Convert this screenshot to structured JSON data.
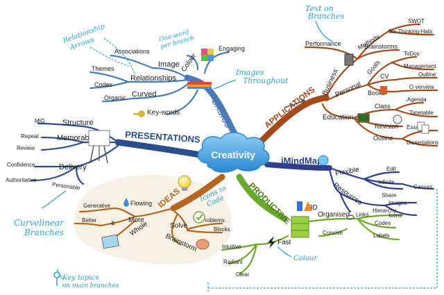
{
  "central": "Creativity",
  "colors": {
    "basics": "#4a7bb7",
    "applications": "#a24a1c",
    "presentations": "#2a4d8c",
    "imindmap": "#2e3d8f",
    "productive": "#6aa82c",
    "ideas": "#b5651d",
    "annotation": "#2a9fd6",
    "cloud": "#4fa3de"
  },
  "branches": {
    "basics": {
      "label": "BASICS",
      "image": "Image",
      "associations": "Associations",
      "relationships": "Relationships",
      "themes": "Themes",
      "codes": "Codes",
      "curved": "Curved",
      "organic": "Organic",
      "colour": "Colour",
      "engaging": "Engaging",
      "keywords": "Key-words"
    },
    "applications": {
      "label": "APPLICATIONS",
      "business": "Business",
      "performance": "Performance",
      "methods": "Methods",
      "swot": "SWOT",
      "six_hats": "Six-Thinking-Hats",
      "brainstorms": "Brainstorms",
      "personal": "Personal",
      "goals": "Goals",
      "todos": "ToDos",
      "management": "Management",
      "cv": "CV",
      "outline": "Outline",
      "books": "Books",
      "overview": "O verview",
      "education": "Education",
      "class": "Class",
      "agenda": "Agenda",
      "timetable": "Timetable",
      "revision": "Revision",
      "essays": "Essays",
      "outline2": "Outline",
      "dissertations": "Dissertations"
    },
    "presentations": {
      "label": "PRESENTATIONS",
      "structure": "Structure",
      "mig": "MIG",
      "memorable": "Memorable",
      "repeat": "Repeat",
      "review": "Review",
      "delivery": "Delivery",
      "confidence": "Confidence",
      "authoritative": "Authoritative",
      "personable": "Personable"
    },
    "imindmap": {
      "label": "iMindMap",
      "flexible": "Flexible",
      "edit": "Edit",
      "infinite": "Infinite",
      "share": "Share",
      "canvas": "Canvas",
      "resources": "Resources",
      "images": "Images",
      "icons": "Icons",
      "links": "Links",
      "three_d": "3D"
    },
    "productive": {
      "label": "PRODUCTIVE",
      "organised": "Organised",
      "hierarchy": "Hierarchy",
      "codes": "Codes",
      "concise": "Concise",
      "labels": "Labels",
      "fast": "Fast",
      "intuitive": "Intuitive",
      "radiant": "Radiant",
      "clear": "Clear"
    },
    "ideas": {
      "label": "IDEAS",
      "flowing": "Flowing",
      "generative": "Generative",
      "more": "More",
      "better": "Better",
      "amp": "&",
      "whole": "Whole",
      "solve": "Solve",
      "problems": "Problems",
      "blocks": "Blocks",
      "brainstorm": "Brainstorm"
    }
  },
  "annotations": {
    "relationship_arrows": [
      "Relationship",
      "Arrows"
    ],
    "one_word": [
      "One-word",
      "per branch"
    ],
    "text_on_branches": [
      "Text on",
      "Branches"
    ],
    "images_throughout": [
      "Images",
      "Throughout"
    ],
    "icons_to_code": [
      "Icons to",
      "Code"
    ],
    "curvelinear": [
      "Curvelinear",
      "Branches"
    ],
    "colour": "Colour",
    "key_topics": [
      "Key topics",
      "on main branches"
    ]
  }
}
